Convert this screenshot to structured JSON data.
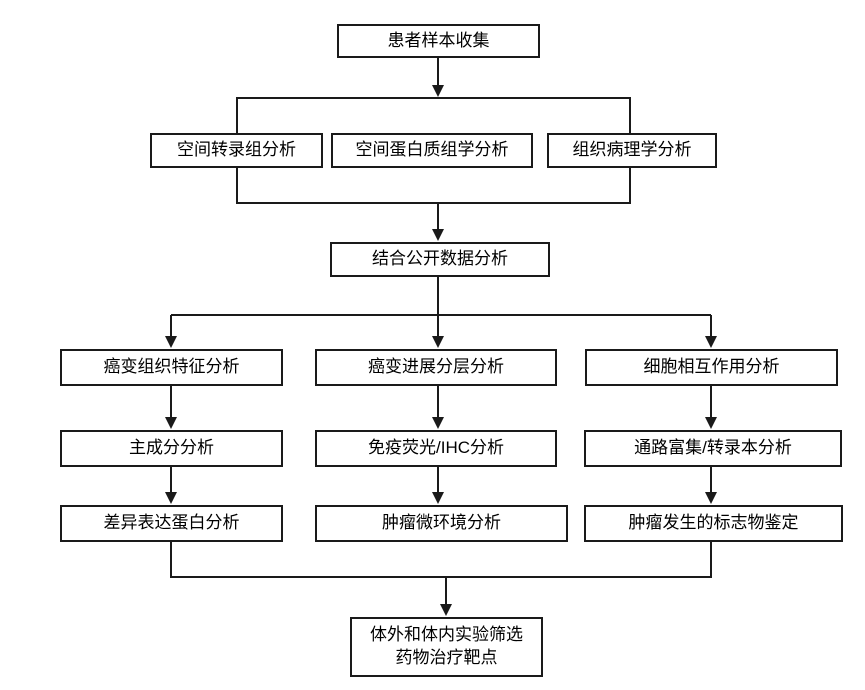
{
  "flowchart": {
    "nodes": {
      "patient_sample_collection": {
        "label": "患者样本收集"
      },
      "spatial_transcriptomics": {
        "label": "空间转录组分析"
      },
      "spatial_proteomics": {
        "label": "空间蛋白质组学分析"
      },
      "histopathology": {
        "label": "组织病理学分析"
      },
      "public_data_integration": {
        "label": "结合公开数据分析"
      },
      "cancer_tissue_features": {
        "label": "癌变组织特征分析"
      },
      "pca": {
        "label": "主成分分析"
      },
      "differential_proteins": {
        "label": "差异表达蛋白分析"
      },
      "cancer_progression": {
        "label": "癌变进展分层分析"
      },
      "if_ihc": {
        "label": "免疫荧光/IHC分析"
      },
      "tumor_microenvironment": {
        "label": "肿瘤微环境分析"
      },
      "cell_interaction": {
        "label": "细胞相互作用分析"
      },
      "pathway_enrichment": {
        "label": "通路富集/转录本分析"
      },
      "tumor_markers": {
        "label": "肿瘤发生的标志物鉴定"
      },
      "drug_target_screening": {
        "label": "体外和体内实验筛选\n药物治疗靶点"
      }
    },
    "edges": [
      {
        "from": "patient_sample_collection",
        "to": "spatial_transcriptomics"
      },
      {
        "from": "patient_sample_collection",
        "to": "spatial_proteomics"
      },
      {
        "from": "patient_sample_collection",
        "to": "histopathology"
      },
      {
        "from": "spatial_transcriptomics",
        "to": "public_data_integration"
      },
      {
        "from": "spatial_proteomics",
        "to": "public_data_integration"
      },
      {
        "from": "histopathology",
        "to": "public_data_integration"
      },
      {
        "from": "public_data_integration",
        "to": "cancer_tissue_features"
      },
      {
        "from": "public_data_integration",
        "to": "cancer_progression"
      },
      {
        "from": "public_data_integration",
        "to": "cell_interaction"
      },
      {
        "from": "cancer_tissue_features",
        "to": "pca"
      },
      {
        "from": "pca",
        "to": "differential_proteins"
      },
      {
        "from": "cancer_progression",
        "to": "if_ihc"
      },
      {
        "from": "if_ihc",
        "to": "tumor_microenvironment"
      },
      {
        "from": "cell_interaction",
        "to": "pathway_enrichment"
      },
      {
        "from": "pathway_enrichment",
        "to": "tumor_markers"
      },
      {
        "from": "differential_proteins",
        "to": "drug_target_screening"
      },
      {
        "from": "tumor_microenvironment",
        "to": "drug_target_screening"
      },
      {
        "from": "tumor_markers",
        "to": "drug_target_screening"
      }
    ],
    "line_color": "#1a1a1a",
    "box_background": "#ffffff"
  }
}
